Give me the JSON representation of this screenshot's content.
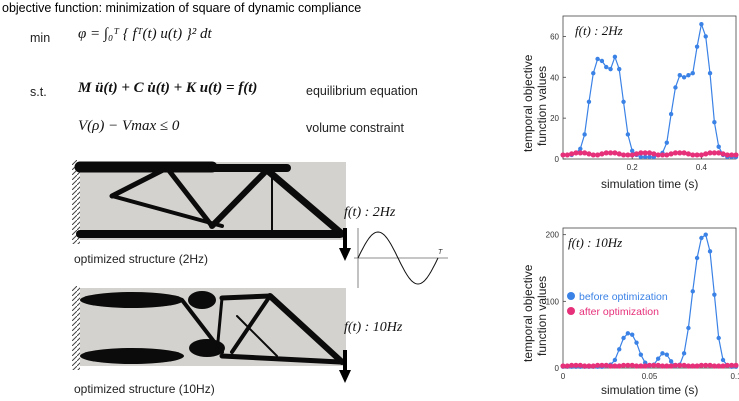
{
  "header": {
    "title": "objective function:  minimization of square of dynamic compliance"
  },
  "formulation": {
    "min_label": "min",
    "objective": "φ = ∫₀ᵀ { fᵀ(t) u(t) }² dt",
    "st_label": "s.t.",
    "equilibrium_eq": "M ü(t) + C u̇(t) + K u(t) = f(t)",
    "equilibrium_label": "equilibrium equation",
    "volume_eq": "V(ρ) − Vmax ≤ 0",
    "volume_label": "volume constraint"
  },
  "structures": {
    "s1_caption": "optimized structure (2Hz)",
    "s1_force": "f(t) : 2Hz",
    "s2_caption": "optimized structure (10Hz)",
    "s2_force": "f(t) : 10Hz",
    "sine_T_label": "T"
  },
  "charts": {
    "ylabel_line1": "temporal objective",
    "ylabel_line2": "function values",
    "colors": {
      "before": "#3b82e6",
      "after": "#e6307a"
    }
  },
  "chart_data": [
    {
      "type": "line",
      "title": "f(t) : 2Hz",
      "xlabel": "simulation time (s)",
      "ylabel": "temporal objective function values",
      "xlim": [
        0,
        0.5
      ],
      "ylim": [
        0,
        70
      ],
      "xticks": [
        "0.2",
        "0.4"
      ],
      "yticks": [
        "0",
        "20",
        "40",
        "60"
      ],
      "series": [
        {
          "x": [
            0,
            0.0125,
            0.025,
            0.0375,
            0.05,
            0.0625,
            0.075,
            0.0875,
            0.1,
            0.1125,
            0.125,
            0.1375,
            0.15,
            0.1625,
            0.175,
            0.1875,
            0.2,
            0.2125,
            0.225,
            0.2375,
            0.25,
            0.2625,
            0.275,
            0.2875,
            0.3,
            0.3125,
            0.325,
            0.3375,
            0.35,
            0.3625,
            0.375,
            0.3875,
            0.4,
            0.4125,
            0.425,
            0.4375,
            0.45,
            0.4625,
            0.475,
            0.4875,
            0.5
          ],
          "values": [
            2,
            2,
            2,
            3,
            5,
            12,
            28,
            42,
            49,
            48,
            45,
            44,
            50,
            44,
            28,
            12,
            4,
            2,
            1,
            1,
            1,
            1,
            2,
            3,
            8,
            22,
            35,
            41,
            40,
            41,
            42,
            55,
            66,
            60,
            42,
            18,
            6,
            2,
            1,
            1,
            1
          ]
        },
        {
          "x": [
            0,
            0.0125,
            0.025,
            0.0375,
            0.05,
            0.0625,
            0.075,
            0.0875,
            0.1,
            0.1125,
            0.125,
            0.1375,
            0.15,
            0.1625,
            0.175,
            0.1875,
            0.2,
            0.2125,
            0.225,
            0.2375,
            0.25,
            0.2625,
            0.275,
            0.2875,
            0.3,
            0.3125,
            0.325,
            0.3375,
            0.35,
            0.3625,
            0.375,
            0.3875,
            0.4,
            0.4125,
            0.425,
            0.4375,
            0.45,
            0.4625,
            0.475,
            0.4875,
            0.5
          ],
          "values": [
            2,
            2,
            2.5,
            3,
            3,
            3,
            2.5,
            2,
            2,
            2.5,
            3,
            3,
            3,
            2.5,
            2,
            2,
            2,
            2.5,
            3,
            3,
            3,
            2.5,
            2,
            2,
            2,
            2.5,
            3,
            3,
            3,
            2.5,
            2,
            2,
            2,
            2.5,
            3,
            3,
            3,
            2.5,
            2,
            2,
            2
          ]
        }
      ]
    },
    {
      "type": "line",
      "title": "f(t) : 10Hz",
      "xlabel": "simulation time (s)",
      "ylabel": "temporal objective function values",
      "xlim": [
        0,
        0.1
      ],
      "ylim": [
        0,
        210
      ],
      "xticks": [
        "0",
        "0.05",
        "0.1"
      ],
      "yticks": [
        "0",
        "100",
        "200"
      ],
      "legend": [
        "before optimization",
        "after optimization"
      ],
      "series": [
        {
          "name": "before optimization",
          "x": [
            0,
            0.0025,
            0.005,
            0.0075,
            0.01,
            0.0125,
            0.015,
            0.0175,
            0.02,
            0.0225,
            0.025,
            0.0275,
            0.03,
            0.0325,
            0.035,
            0.0375,
            0.04,
            0.0425,
            0.045,
            0.0475,
            0.05,
            0.0525,
            0.055,
            0.0575,
            0.06,
            0.0625,
            0.065,
            0.0675,
            0.07,
            0.0725,
            0.075,
            0.0775,
            0.08,
            0.0825,
            0.085,
            0.0875,
            0.09,
            0.0925,
            0.095,
            0.0975,
            0.1
          ],
          "values": [
            2,
            2,
            2,
            2,
            2,
            2,
            2,
            2,
            2,
            2,
            3,
            5,
            12,
            28,
            45,
            52,
            50,
            38,
            20,
            8,
            3,
            5,
            14,
            22,
            20,
            10,
            3,
            5,
            22,
            60,
            115,
            165,
            195,
            200,
            175,
            110,
            45,
            12,
            4,
            2,
            2
          ]
        },
        {
          "name": "after optimization",
          "x": [
            0,
            0.0025,
            0.005,
            0.0075,
            0.01,
            0.0125,
            0.015,
            0.0175,
            0.02,
            0.0225,
            0.025,
            0.0275,
            0.03,
            0.0325,
            0.035,
            0.0375,
            0.04,
            0.0425,
            0.045,
            0.0475,
            0.05,
            0.0525,
            0.055,
            0.0575,
            0.06,
            0.0625,
            0.065,
            0.0675,
            0.07,
            0.0725,
            0.075,
            0.0775,
            0.08,
            0.0825,
            0.085,
            0.0875,
            0.09,
            0.0925,
            0.095,
            0.0975,
            0.1
          ],
          "values": [
            3,
            3,
            4,
            4,
            4,
            3,
            3,
            3,
            4,
            4,
            4,
            3,
            3,
            3,
            4,
            4,
            4,
            3,
            3,
            3,
            4,
            4,
            4,
            3,
            3,
            3,
            4,
            4,
            4,
            3,
            3,
            3,
            4,
            4,
            4,
            3,
            3,
            3,
            4,
            4,
            4
          ]
        }
      ]
    }
  ]
}
